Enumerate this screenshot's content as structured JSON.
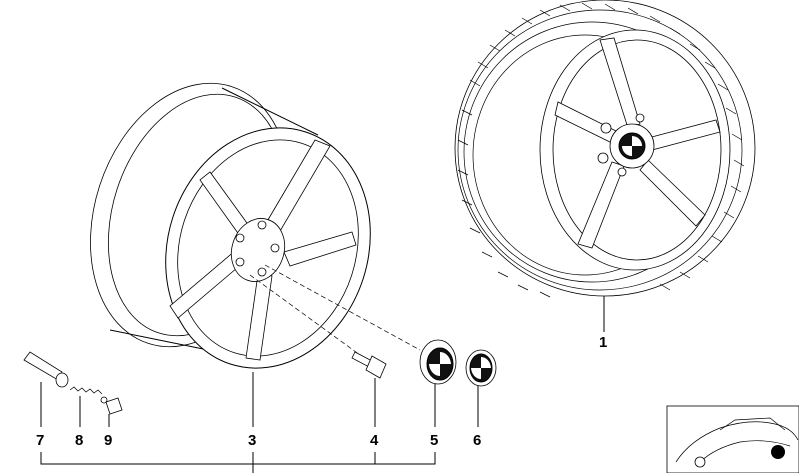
{
  "parts": [
    {
      "callout": "1"
    },
    {
      "callout": "3"
    },
    {
      "callout": "4"
    },
    {
      "callout": "5"
    },
    {
      "callout": "6"
    },
    {
      "callout": "7"
    },
    {
      "callout": "8"
    },
    {
      "callout": "9"
    }
  ],
  "thumbnail": {
    "icon": "car-silhouette-icon"
  }
}
